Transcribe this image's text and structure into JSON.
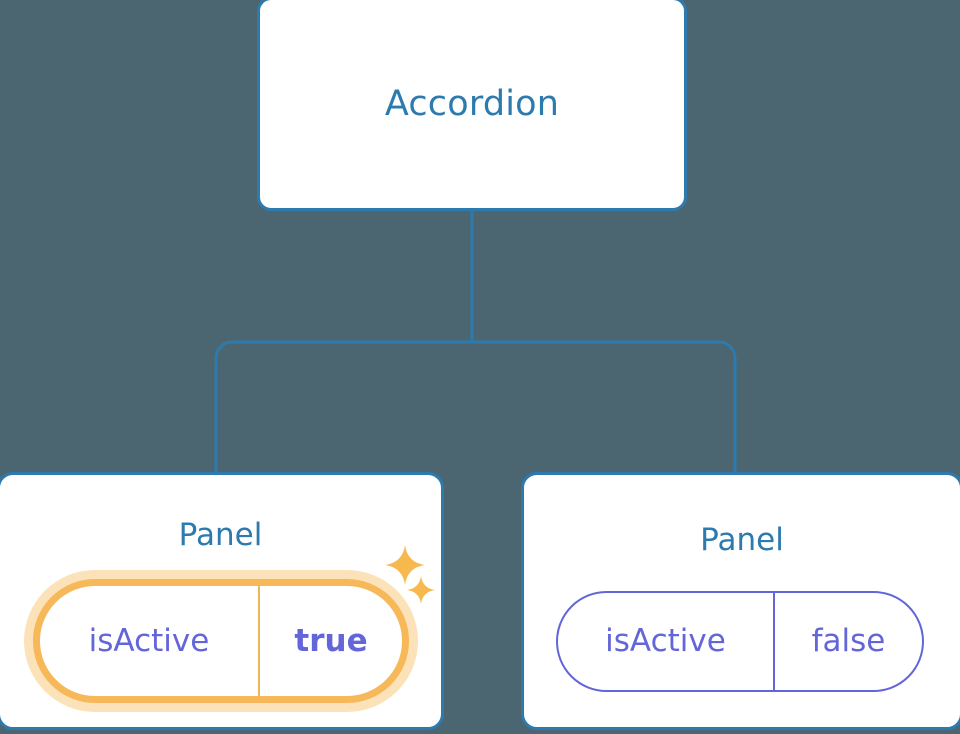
{
  "diagram": {
    "background_color": "#4b6670",
    "node_border_color": "#2d7bae",
    "node_title_color": "#2d7bae",
    "prop_text_color": "#6366d8",
    "highlight_color": "#f7b85a",
    "highlight_halo_color": "#fce2b8",
    "sparkle_color": "#f7b84e"
  },
  "root": {
    "title": "Accordion"
  },
  "panels": [
    {
      "title": "Panel",
      "prop": {
        "key": "isActive",
        "value": "true"
      },
      "highlighted": true
    },
    {
      "title": "Panel",
      "prop": {
        "key": "isActive",
        "value": "false"
      },
      "highlighted": false
    }
  ],
  "icons": {
    "sparkle_large": "sparkle-icon",
    "sparkle_small": "sparkle-icon"
  }
}
